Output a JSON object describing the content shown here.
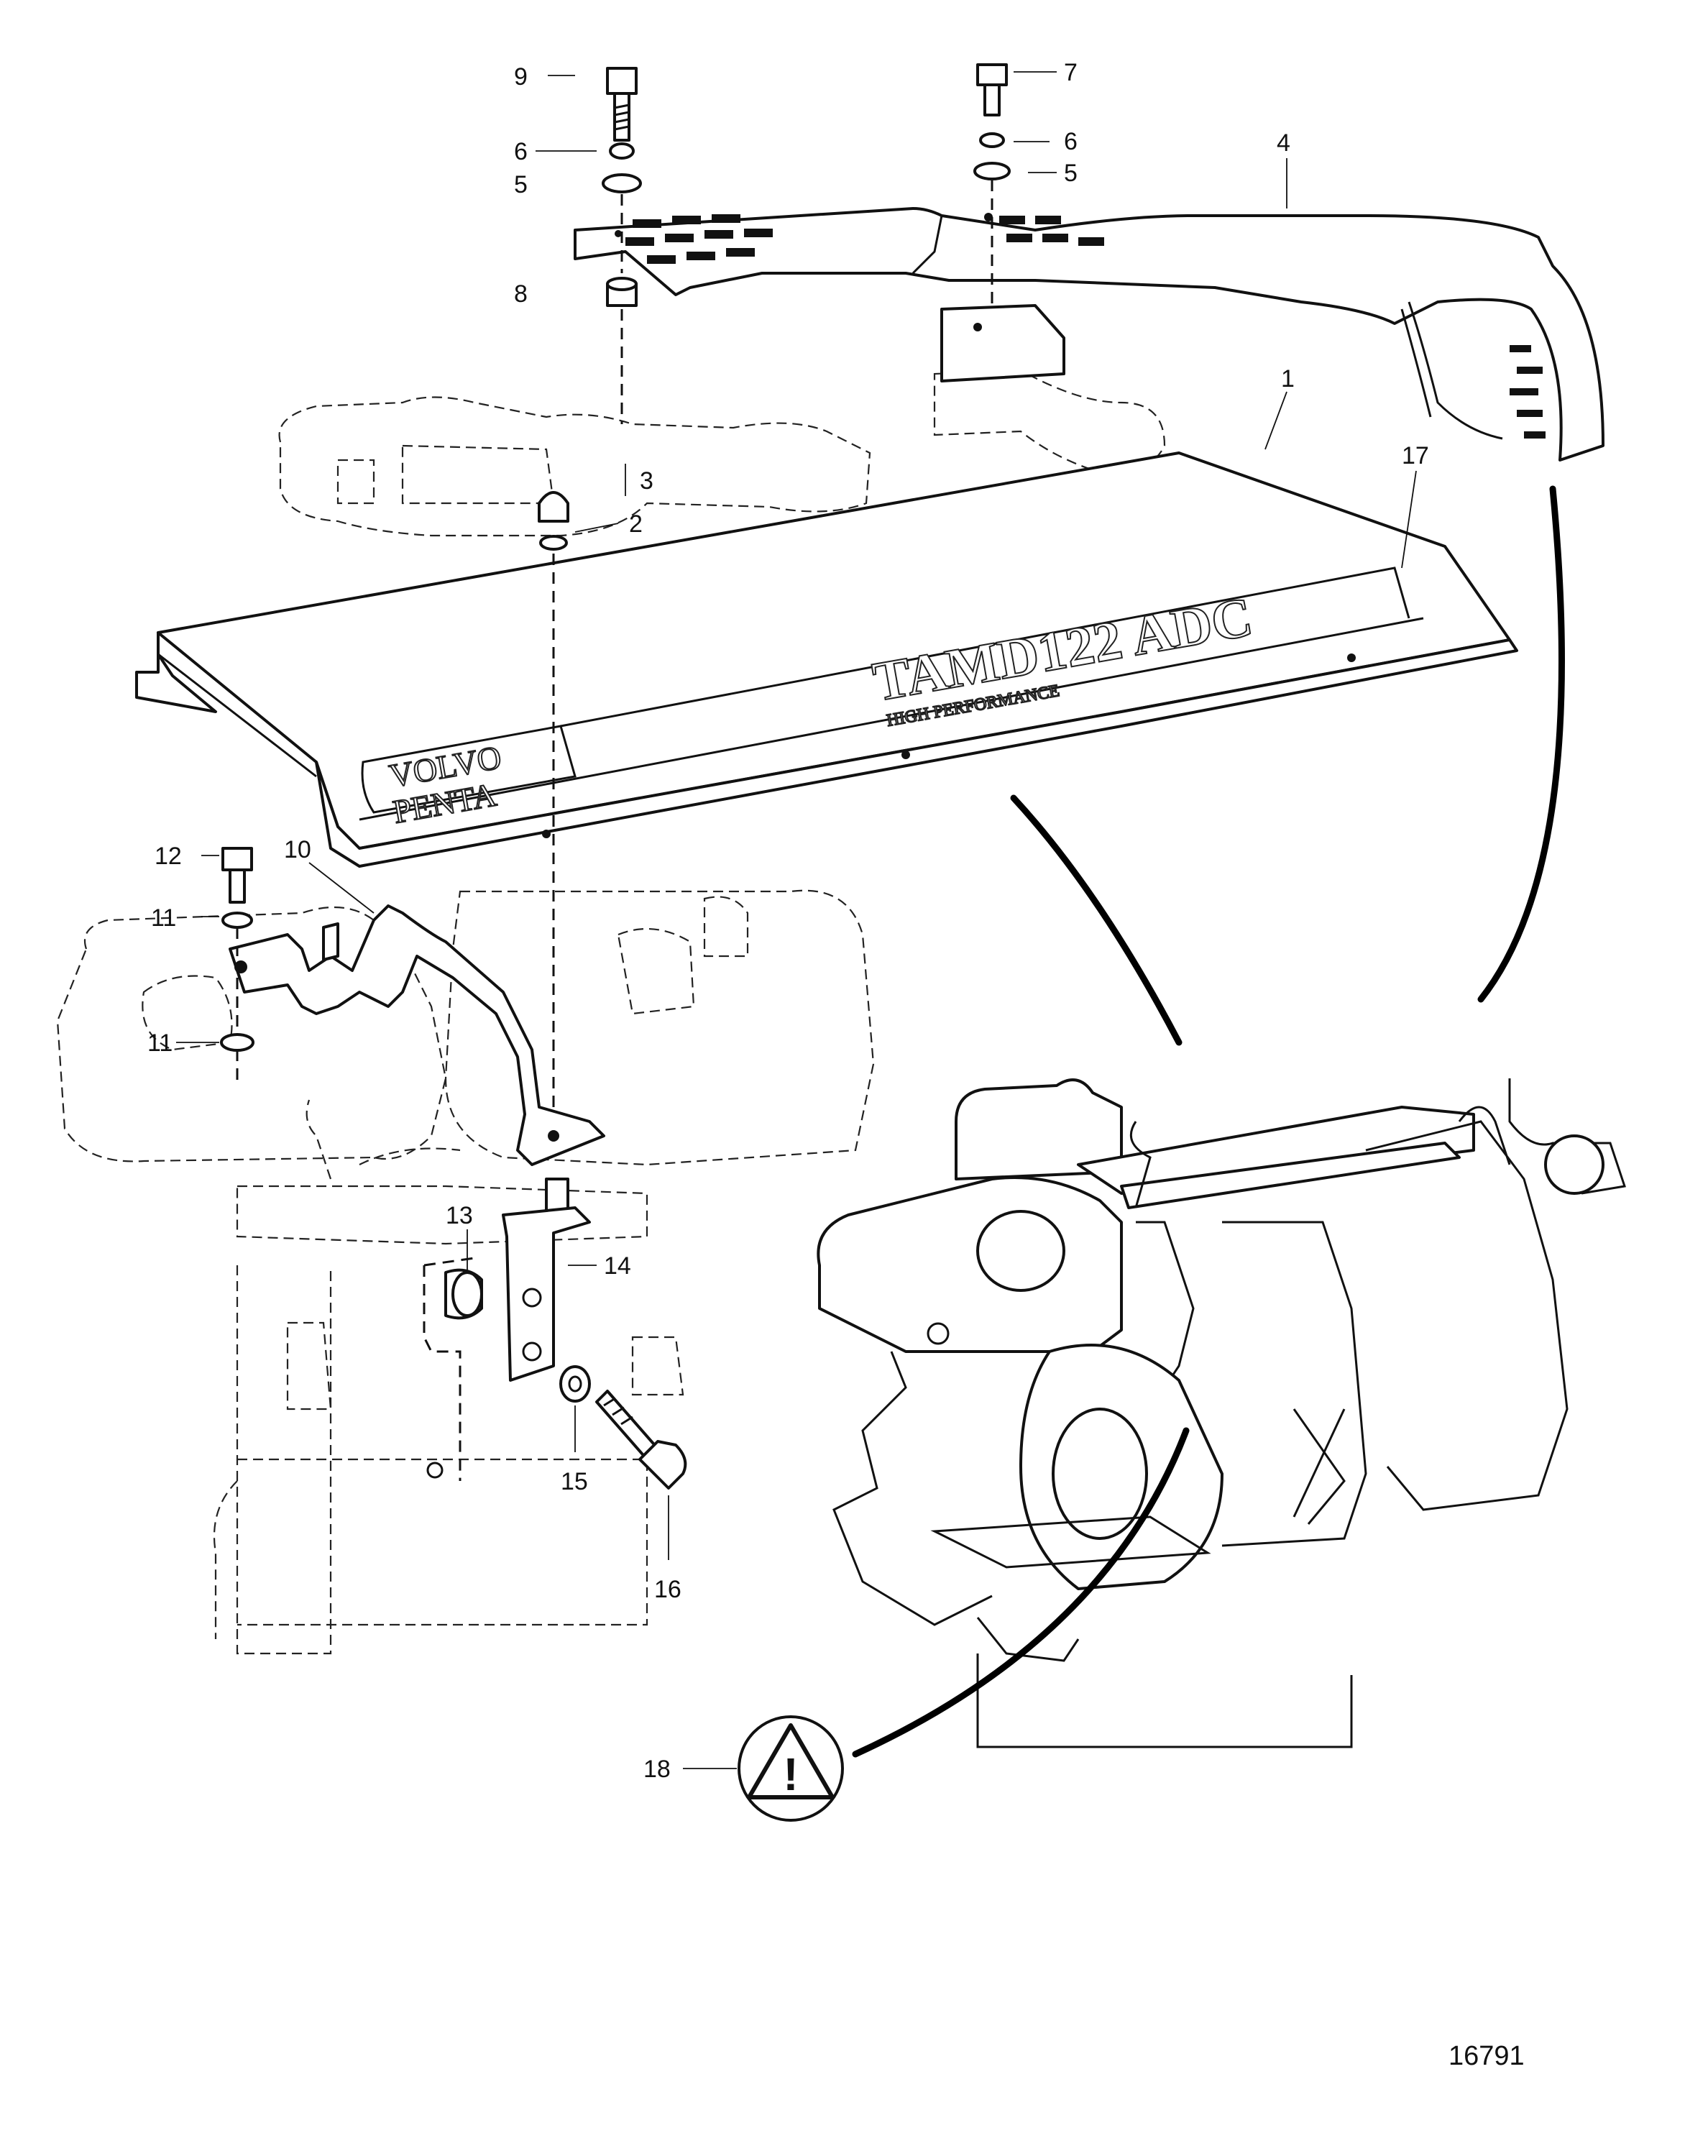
{
  "callouts": {
    "c1": "1",
    "c2": "2",
    "c3": "3",
    "c4": "4",
    "c5a": "5",
    "c5b": "5",
    "c6a": "6",
    "c6b": "6",
    "c7": "7",
    "c8": "8",
    "c9": "9",
    "c10": "10",
    "c11a": "11",
    "c11b": "11",
    "c12": "12",
    "c13": "13",
    "c14": "14",
    "c15": "15",
    "c16": "16",
    "c17": "17",
    "c18": "18"
  },
  "cover_emblem": {
    "brand_line1": "VOLVO",
    "brand_line2": "PENTA",
    "model": "TAMD122 ADC",
    "tagline": "HIGH PERFORMANCE"
  },
  "figure_number": "16791",
  "warning_symbol": "!",
  "icons": {
    "warning": "warning-triangle-icon"
  }
}
